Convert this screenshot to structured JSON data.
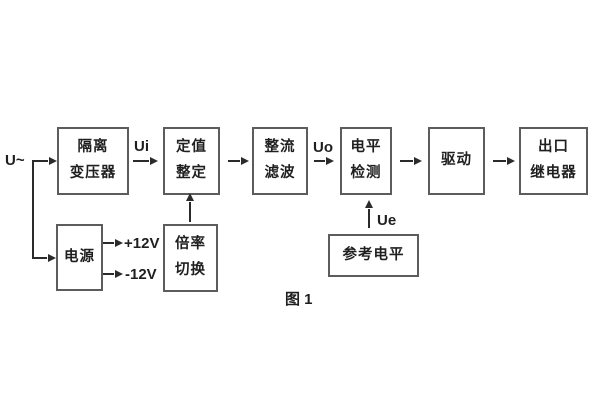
{
  "diagram": {
    "caption": "图 1",
    "labels": {
      "input": "U~",
      "ui": "Ui",
      "uo": "Uo",
      "ue": "Ue",
      "rail_pos": "+12V",
      "rail_neg": "-12V"
    },
    "blocks": {
      "isolation_transformer": {
        "line1": "隔离",
        "line2": "变压器"
      },
      "value_setting": {
        "line1": "定值",
        "line2": "整定"
      },
      "rectifier_filter": {
        "line1": "整流",
        "line2": "滤波"
      },
      "level_detection": {
        "line1": "电平",
        "line2": "检测"
      },
      "drive": {
        "line1": "驱动"
      },
      "output_relay": {
        "line1": "出口",
        "line2": "继电器"
      },
      "power_supply": {
        "line1": "电源"
      },
      "ratio_switching": {
        "line1": "倍率",
        "line2": "切换"
      },
      "reference_level": {
        "line1": "参考电平"
      }
    },
    "colors": {
      "background": "#ffffff",
      "box_border": "#5c5c5c",
      "line": "#2b2b2b",
      "text": "#1f1f1f"
    }
  }
}
